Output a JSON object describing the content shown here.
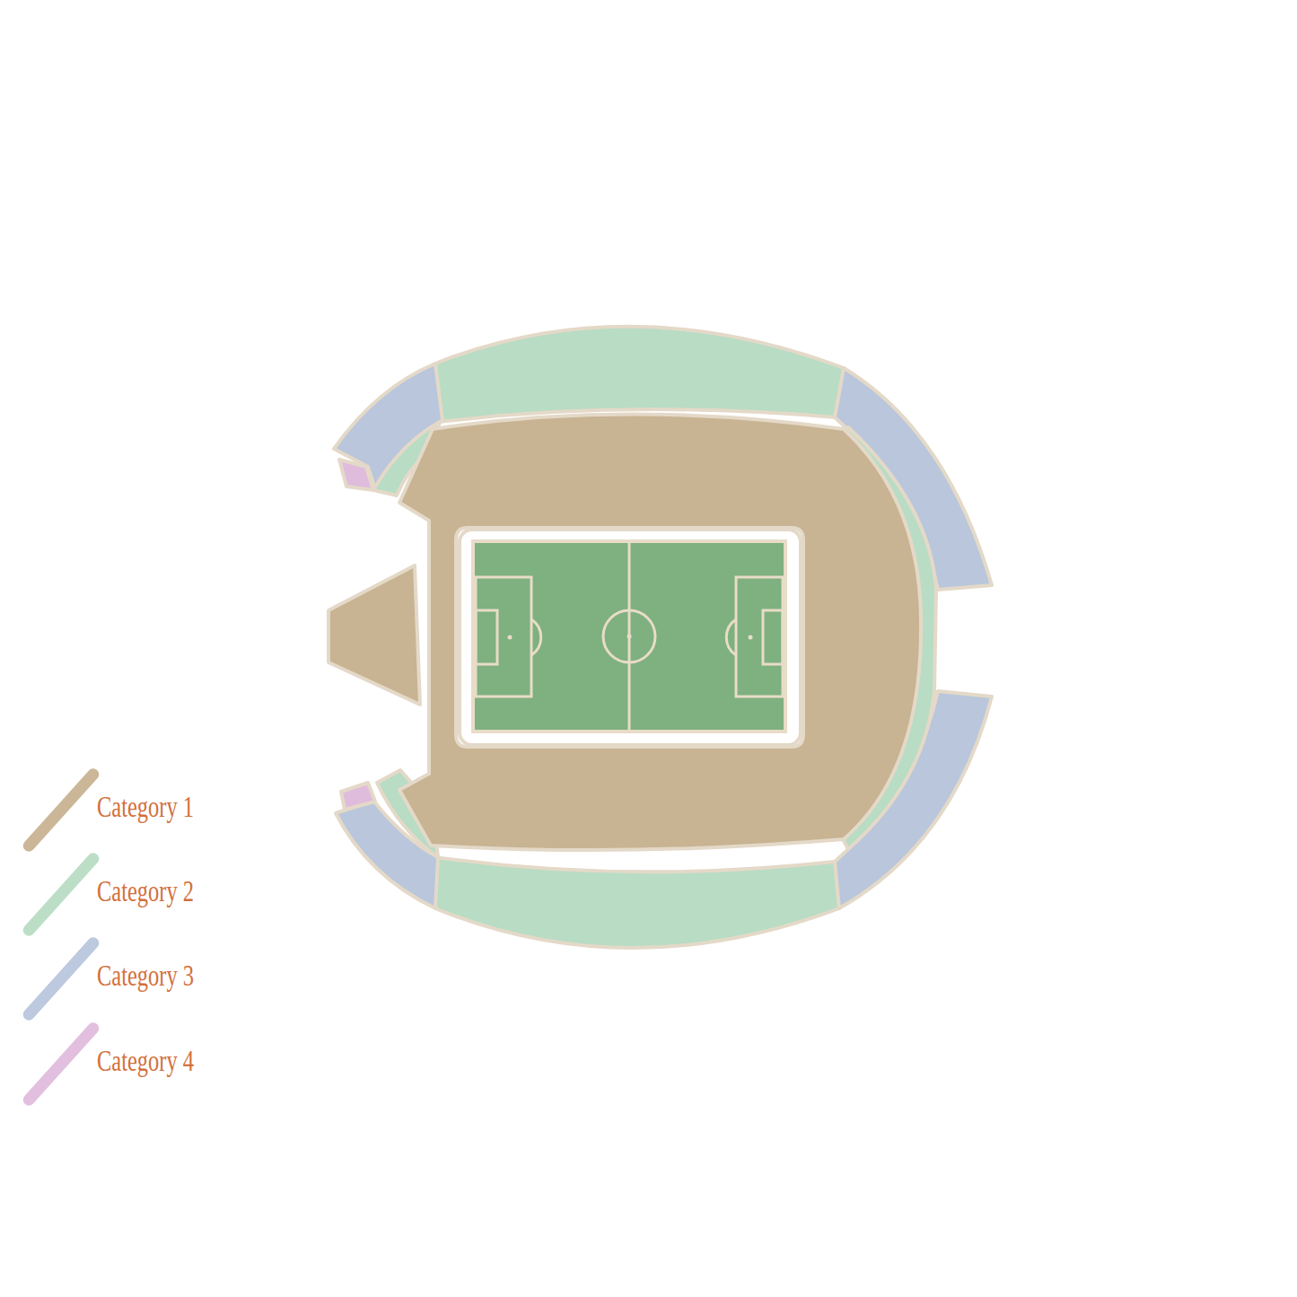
{
  "diagram": {
    "legend": [
      {
        "text": "Category 1",
        "color": "#c8b392"
      },
      {
        "text": "Category 2",
        "color": "#b8dcc4"
      },
      {
        "text": "Category 3",
        "color": "#b9c6dc"
      },
      {
        "text": "Category 4",
        "color": "#e0bcdc"
      }
    ]
  }
}
